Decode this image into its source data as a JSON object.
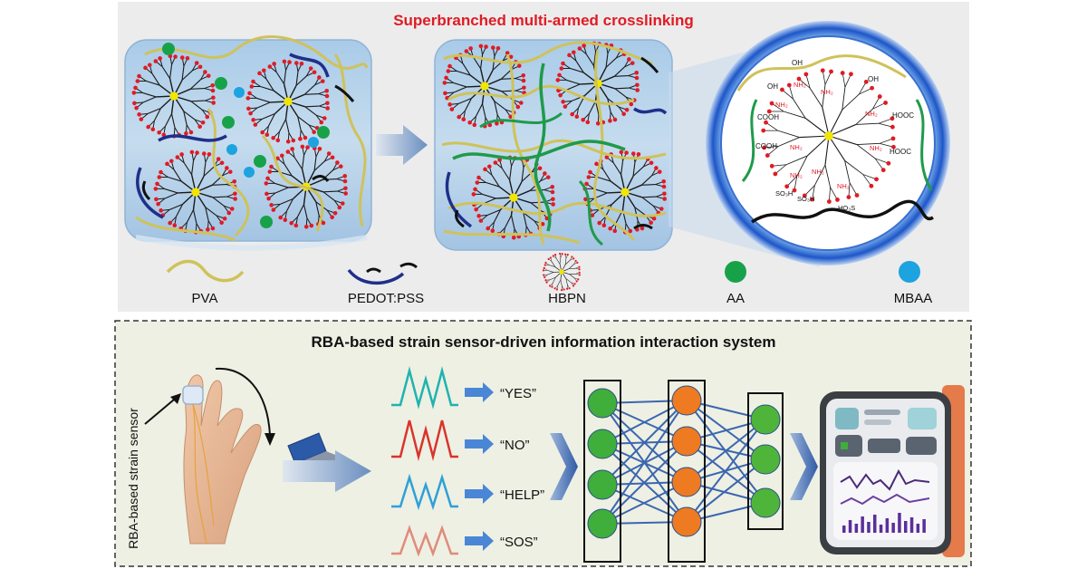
{
  "top_panel": {
    "title": "Superbranched multi-armed crosslinking",
    "title_color": "#e01b24",
    "legend": [
      {
        "label": "PVA",
        "icon": "pva-chain-icon"
      },
      {
        "label": "PEDOT:PSS",
        "icon": "pedot-pss-chain-icon"
      },
      {
        "label": "HBPN",
        "icon": "hbpn-molecule-icon"
      },
      {
        "label": "AA",
        "icon": "aa-dot-icon"
      },
      {
        "label": "MBAA",
        "icon": "mbaa-dot-icon"
      }
    ],
    "zoom_groups": {
      "oh": "OH",
      "nh2": "NH₂",
      "cooh": "COOH",
      "hooc": "HOOC",
      "so3h": "SO₃H",
      "ho3s": "HO₃S"
    },
    "colors": {
      "pva": "#cfc25a",
      "pedot": "#1f2f8a",
      "aa": "#17a24a",
      "mbaa": "#1ca3e0",
      "green_chain": "#1f9a4a",
      "node": "#f2e600",
      "tip": "#e01b24"
    }
  },
  "bottom_panel": {
    "title": "RBA-based strain sensor-driven information interaction system",
    "sensor_label": "RBA-based strain sensor",
    "signals": [
      {
        "label": "“YES”",
        "color": "#1fb3b0"
      },
      {
        "label": "“NO”",
        "color": "#d9342b"
      },
      {
        "label": "“HELP”",
        "color": "#2fa0d8"
      },
      {
        "label": "“SOS”",
        "color": "#e08b7a"
      }
    ],
    "network": {
      "layer_colors": [
        "#3fae3a",
        "#ee7a22",
        "#4fb53a"
      ]
    }
  }
}
